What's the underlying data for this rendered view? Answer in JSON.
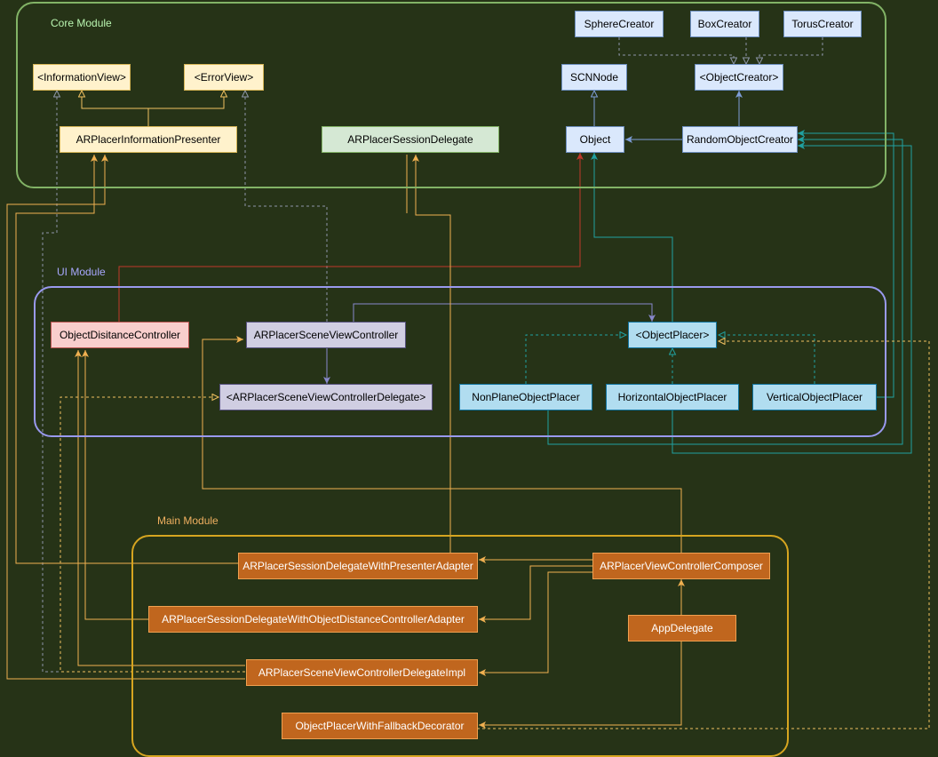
{
  "modules": {
    "core": {
      "label": "Core Module",
      "color": "#82b366",
      "label_color": "#b9f5b0"
    },
    "ui": {
      "label": "UI Module",
      "color": "#9999ee",
      "label_color": "#a8a8ff"
    },
    "main": {
      "label": "Main Module",
      "color": "#d6a520",
      "label_color": "#f0b060"
    }
  },
  "nodes": {
    "information_view": "<InformationView>",
    "error_view": "<ErrorView>",
    "information_presenter": "ARPlacerInformationPresenter",
    "session_delegate": "ARPlacerSessionDelegate",
    "sphere_creator": "SphereCreator",
    "box_creator": "BoxCreator",
    "torus_creator": "TorusCreator",
    "scn_node": "SCNNode",
    "object_creator": "<ObjectCreator>",
    "object": "Object",
    "random_object_creator": "RandomObjectCreator",
    "object_distance_controller": "ObjectDisitanceController",
    "scene_view_controller": "ARPlacerSceneViewController",
    "scene_view_controller_delegate": "<ARPlacerSceneViewControllerDelegate>",
    "object_placer": "<ObjectPlacer>",
    "non_plane_object_placer": "NonPlaneObjectPlacer",
    "horizontal_object_placer": "HorizontalObjectPlacer",
    "vertical_object_placer": "VerticalObjectPlacer",
    "session_delegate_presenter_adapter": "ARPlacerSessionDelegateWithPresenterAdapter",
    "session_delegate_distance_adapter": "ARPlacerSessionDelegateWithObjectDistanceControllerAdapter",
    "scene_view_controller_delegate_impl": "ARPlacerSceneViewControllerDelegateImpl",
    "object_placer_fallback_decorator": "ObjectPlacerWithFallbackDecorator",
    "view_controller_composer": "ARPlacerViewControllerComposer",
    "app_delegate": "AppDelegate"
  },
  "colors": {
    "yellow_fill": "#fff2cc",
    "yellow_stroke": "#d6b656",
    "green_fill": "#d5e8d4",
    "green_stroke": "#82b366",
    "blue_fill": "#dae8fc",
    "blue_stroke": "#6c8ebf",
    "red_fill": "#f8cecc",
    "red_stroke": "#b85450",
    "purple_fill": "#d0cee2",
    "purple_stroke": "#56517e",
    "cyan_fill": "#b1ddf0",
    "cyan_stroke": "#10739e",
    "orange_fill": "#c0661e",
    "orange_stroke": "#f0a050"
  }
}
